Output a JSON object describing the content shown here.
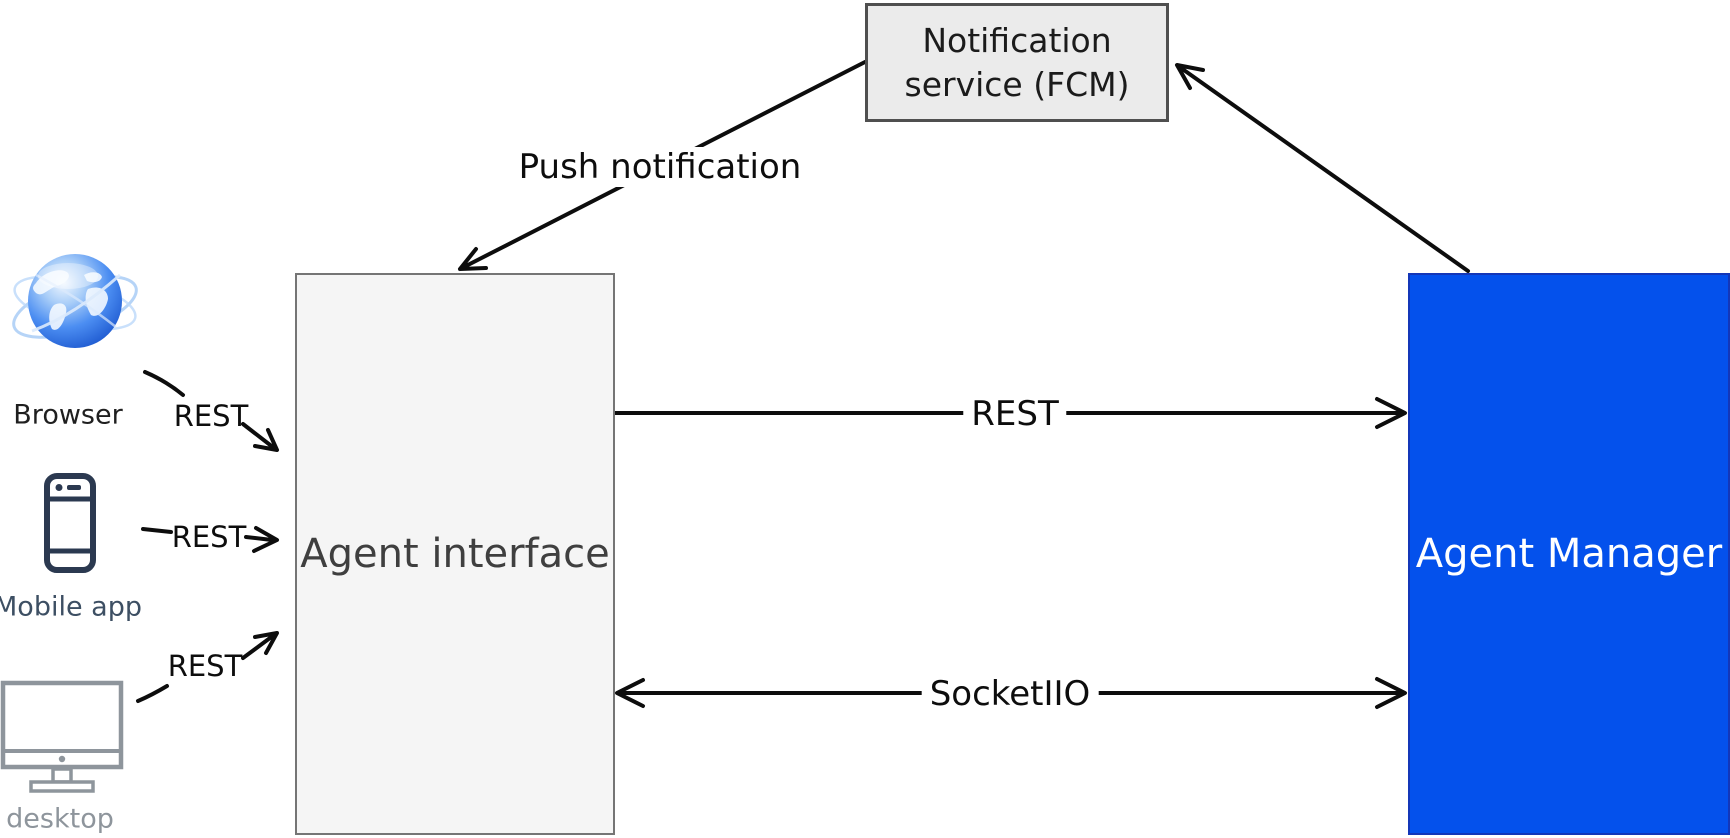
{
  "diagram": {
    "nodes": {
      "notification_service": {
        "line1": "Notification",
        "line2": "service (FCM)"
      },
      "agent_interface": {
        "label": "Agent interface"
      },
      "agent_manager": {
        "label": "Agent Manager"
      }
    },
    "clients": [
      {
        "label": "Browser",
        "icon": "globe-icon"
      },
      {
        "label": "Mobile app",
        "icon": "smartphone-icon"
      },
      {
        "label": "desktop",
        "icon": "desktop-monitor-icon"
      }
    ],
    "edges": {
      "push_notification": "Push notification",
      "rest_main": "REST",
      "socketio": "SocketIIO",
      "rest_browser": "REST",
      "rest_mobile": "REST",
      "rest_desktop": "REST"
    },
    "colors": {
      "agent_manager_fill": "#0451ec",
      "notification_fill": "#ebebeb",
      "interface_fill": "#f5f5f5",
      "arrow": "#0d0d0d",
      "phone_icon": "#2b3950",
      "monitor_icon": "#8e959c"
    }
  }
}
